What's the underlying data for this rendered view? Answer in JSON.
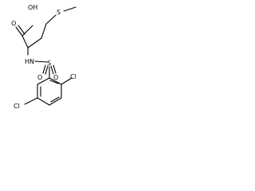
{
  "molecule": {
    "atoms": {
      "acid_oxygen": "O",
      "hydroxyl": "OH",
      "sulfide": "S",
      "amine": "HN",
      "sulfonyl": "S",
      "sulfonyl_oxygen_left": "O",
      "sulfonyl_oxygen_right": "O",
      "chloro_left": "Cl",
      "chloro_right": "Cl"
    }
  }
}
